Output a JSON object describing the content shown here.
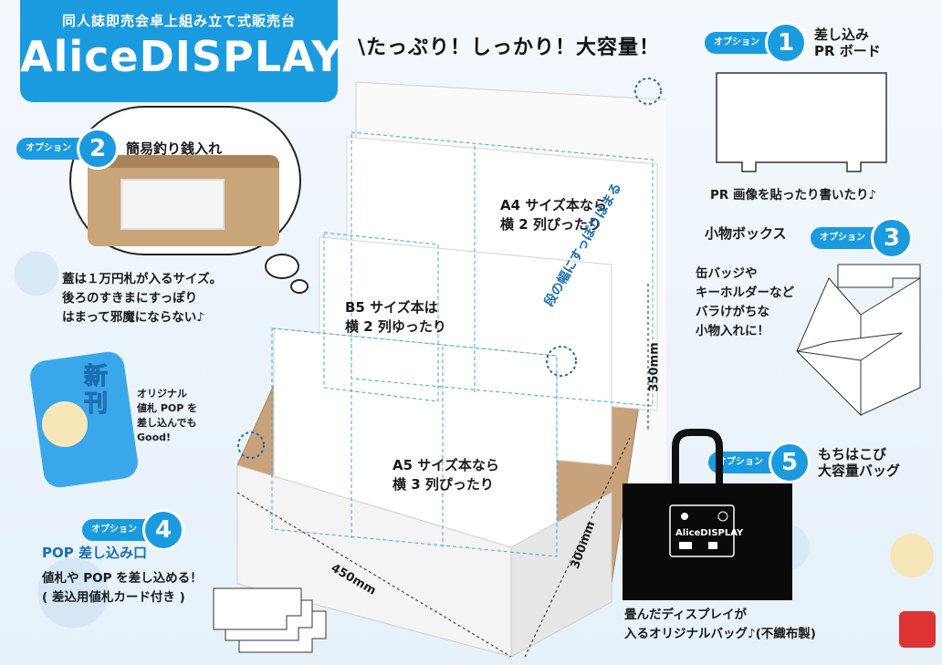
{
  "header": {
    "subtitle": "同人誌即売会卓上組み立て式販売台",
    "logo": "AliceDISPLAY",
    "slogan": "\\たっぷり！しっかり！大容量！"
  },
  "options": {
    "badge_label": "オプション",
    "opt1": {
      "num": "1",
      "title_line1": "差し込み",
      "title_line2": "PR ボード",
      "desc": "PR 画像を貼ったり書いたり♪"
    },
    "opt2": {
      "num": "2",
      "title": "簡易釣り銭入れ",
      "desc1": "蓋は１万円札が入るサイズ。",
      "desc2": "後ろのすきまにすっぽり",
      "desc3": "はまって邪魔にならない♪"
    },
    "opt3": {
      "num": "3",
      "title": "小物ボックス",
      "desc1": "缶バッジや",
      "desc2": "キーホルダーなど",
      "desc3": "バラけがちな",
      "desc4": "小物入れに！"
    },
    "opt4": {
      "num": "4",
      "title": "POP 差し込み口",
      "desc1": "値札や POP を差し込める！",
      "desc2": "( 差込用値札カード付き )"
    },
    "opt5": {
      "num": "5",
      "title_line1": "もちはこび",
      "title_line2": "大容量バッグ",
      "desc1": "畳んだディスプレイが",
      "desc2": "入るオリジナルバッグ♪(不織布製)"
    }
  },
  "display": {
    "a4_line1": "A4 サイズ本なら",
    "a4_line2": "横 2 列ぴったり",
    "b5_line1": "B5 サイズ本は",
    "b5_line2": "横 2 列ゆったり",
    "a5_line1": "A5 サイズ本なら",
    "a5_line2": "横 3 列ぴったり",
    "step_note": "段の幅にすっぽりはまる",
    "dim_width": "450mm",
    "dim_depth": "300mm",
    "dim_height": "350mm"
  },
  "shinkan": {
    "badge1": "新",
    "badge2": "刊",
    "note1": "オリジナル",
    "note2": "値札 POP を",
    "note3": "差し込んでも",
    "note4": "Good!"
  },
  "bag_logo": "AliceDISPLAY",
  "colors": {
    "accent": "#1a9be0",
    "text": "#1a1a1a",
    "background": "#eaf3fb"
  }
}
